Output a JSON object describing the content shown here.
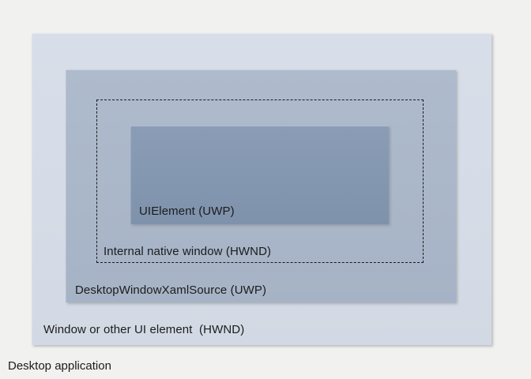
{
  "colors": {
    "page_bg": "#f1f1f0",
    "window_box": "#d6dce7",
    "xaml_source_box": "#aab7c9",
    "uielement_box": "#8497b0",
    "dashed_border": "#1c1c1c",
    "label_text": "#1c1c1c"
  },
  "diagram": {
    "desktop_label": "Desktop application",
    "window_box_label": "Window or other UI element  (HWND)",
    "xaml_source_label": "DesktopWindowXamlSource (UWP)",
    "native_window_label": "Internal native window (HWND)",
    "uielement_label": "UIElement (UWP)"
  }
}
